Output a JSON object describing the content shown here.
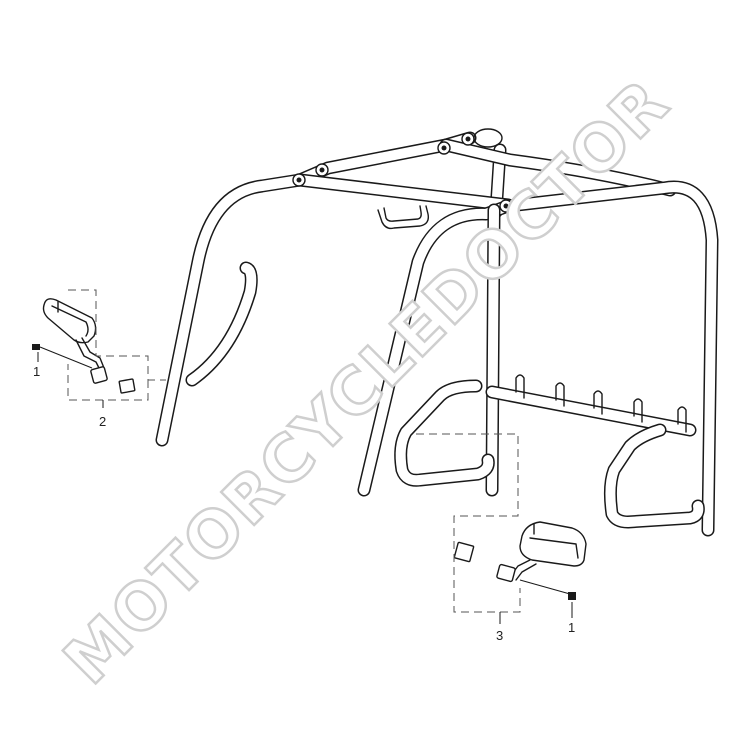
{
  "diagram": {
    "callouts": [
      {
        "id": "c1-left",
        "label": "1"
      },
      {
        "id": "c2",
        "label": "2"
      },
      {
        "id": "c3",
        "label": "3"
      },
      {
        "id": "c1-right",
        "label": "1"
      }
    ],
    "watermark": "MOTORCYCLEDOCTOR",
    "colors": {
      "line": "#1a1a1a",
      "background": "#ffffff",
      "watermark_outline": "#cfcfcf"
    }
  }
}
